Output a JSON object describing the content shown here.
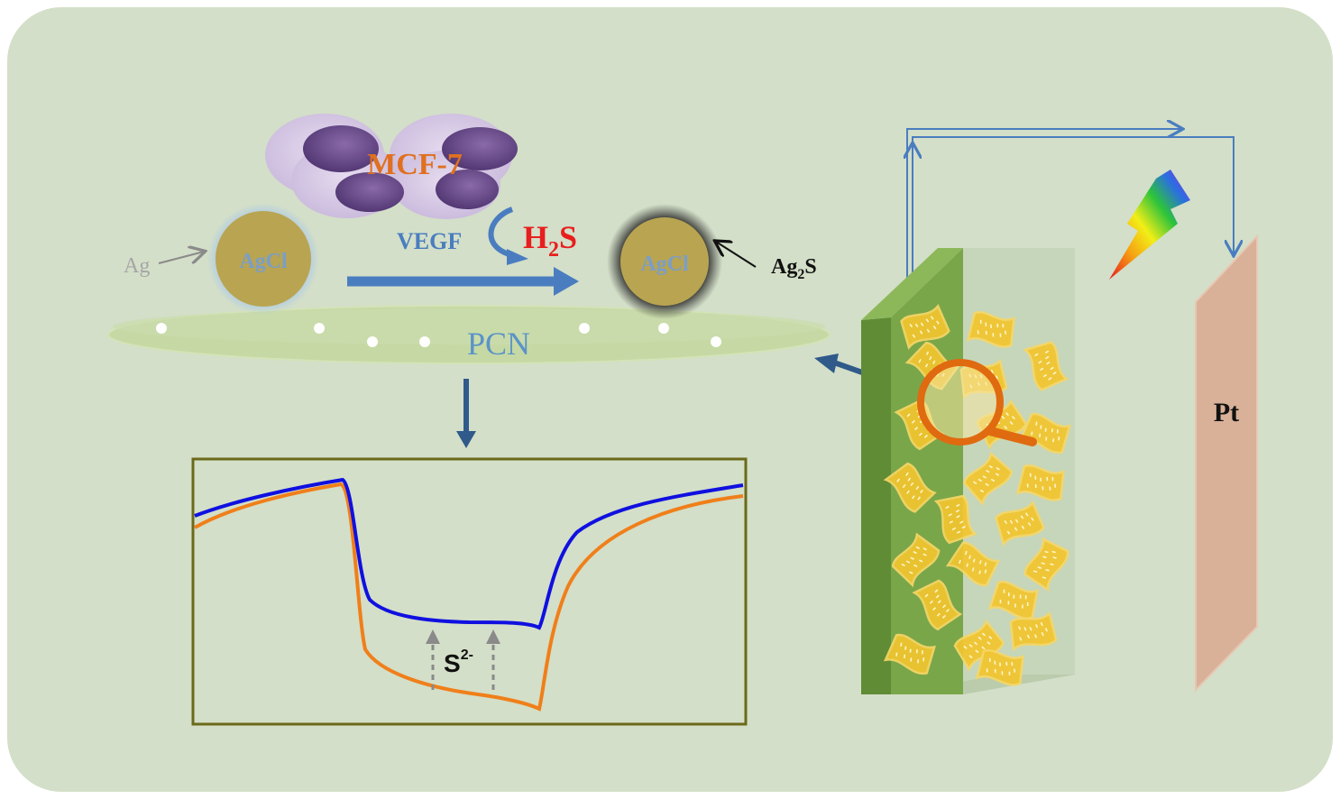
{
  "labels": {
    "mcf7": "MCF-7",
    "vegf": "VEGF",
    "h2s_main": "H",
    "h2s_sub": "2",
    "h2s_end": "S",
    "ag": "Ag",
    "agcl_left": "AgCl",
    "agcl_right": "AgCl",
    "ag2s_main": "Ag",
    "ag2s_sub": "2",
    "ag2s_end": "S",
    "pcn": "PCN",
    "s2_main": "S",
    "s2_sup": "2-",
    "pt": "Pt"
  },
  "colors": {
    "background": "#d3dfc8",
    "pcn_disk": "#c6d9a4",
    "agcl_fill": "#b9a451",
    "blue_arrow": "#4a7dc0",
    "dark_arrow": "#2f5a8a",
    "mcf7_text": "#e0701f",
    "h2s_text": "#e81e1e",
    "pcn_text": "#5b93c8",
    "grey_text": "#a6a6a6",
    "curve_blue": "#1010e0",
    "curve_orange": "#f07f1a",
    "plot_border": "#6b6a1a",
    "electrode_green": "#6b9a3c",
    "pt_plate": "#d9b098",
    "circuit_line": "#4a7dc0",
    "magnifier": "#e06a10",
    "sheet_fill": "#f2c52e"
  }
}
